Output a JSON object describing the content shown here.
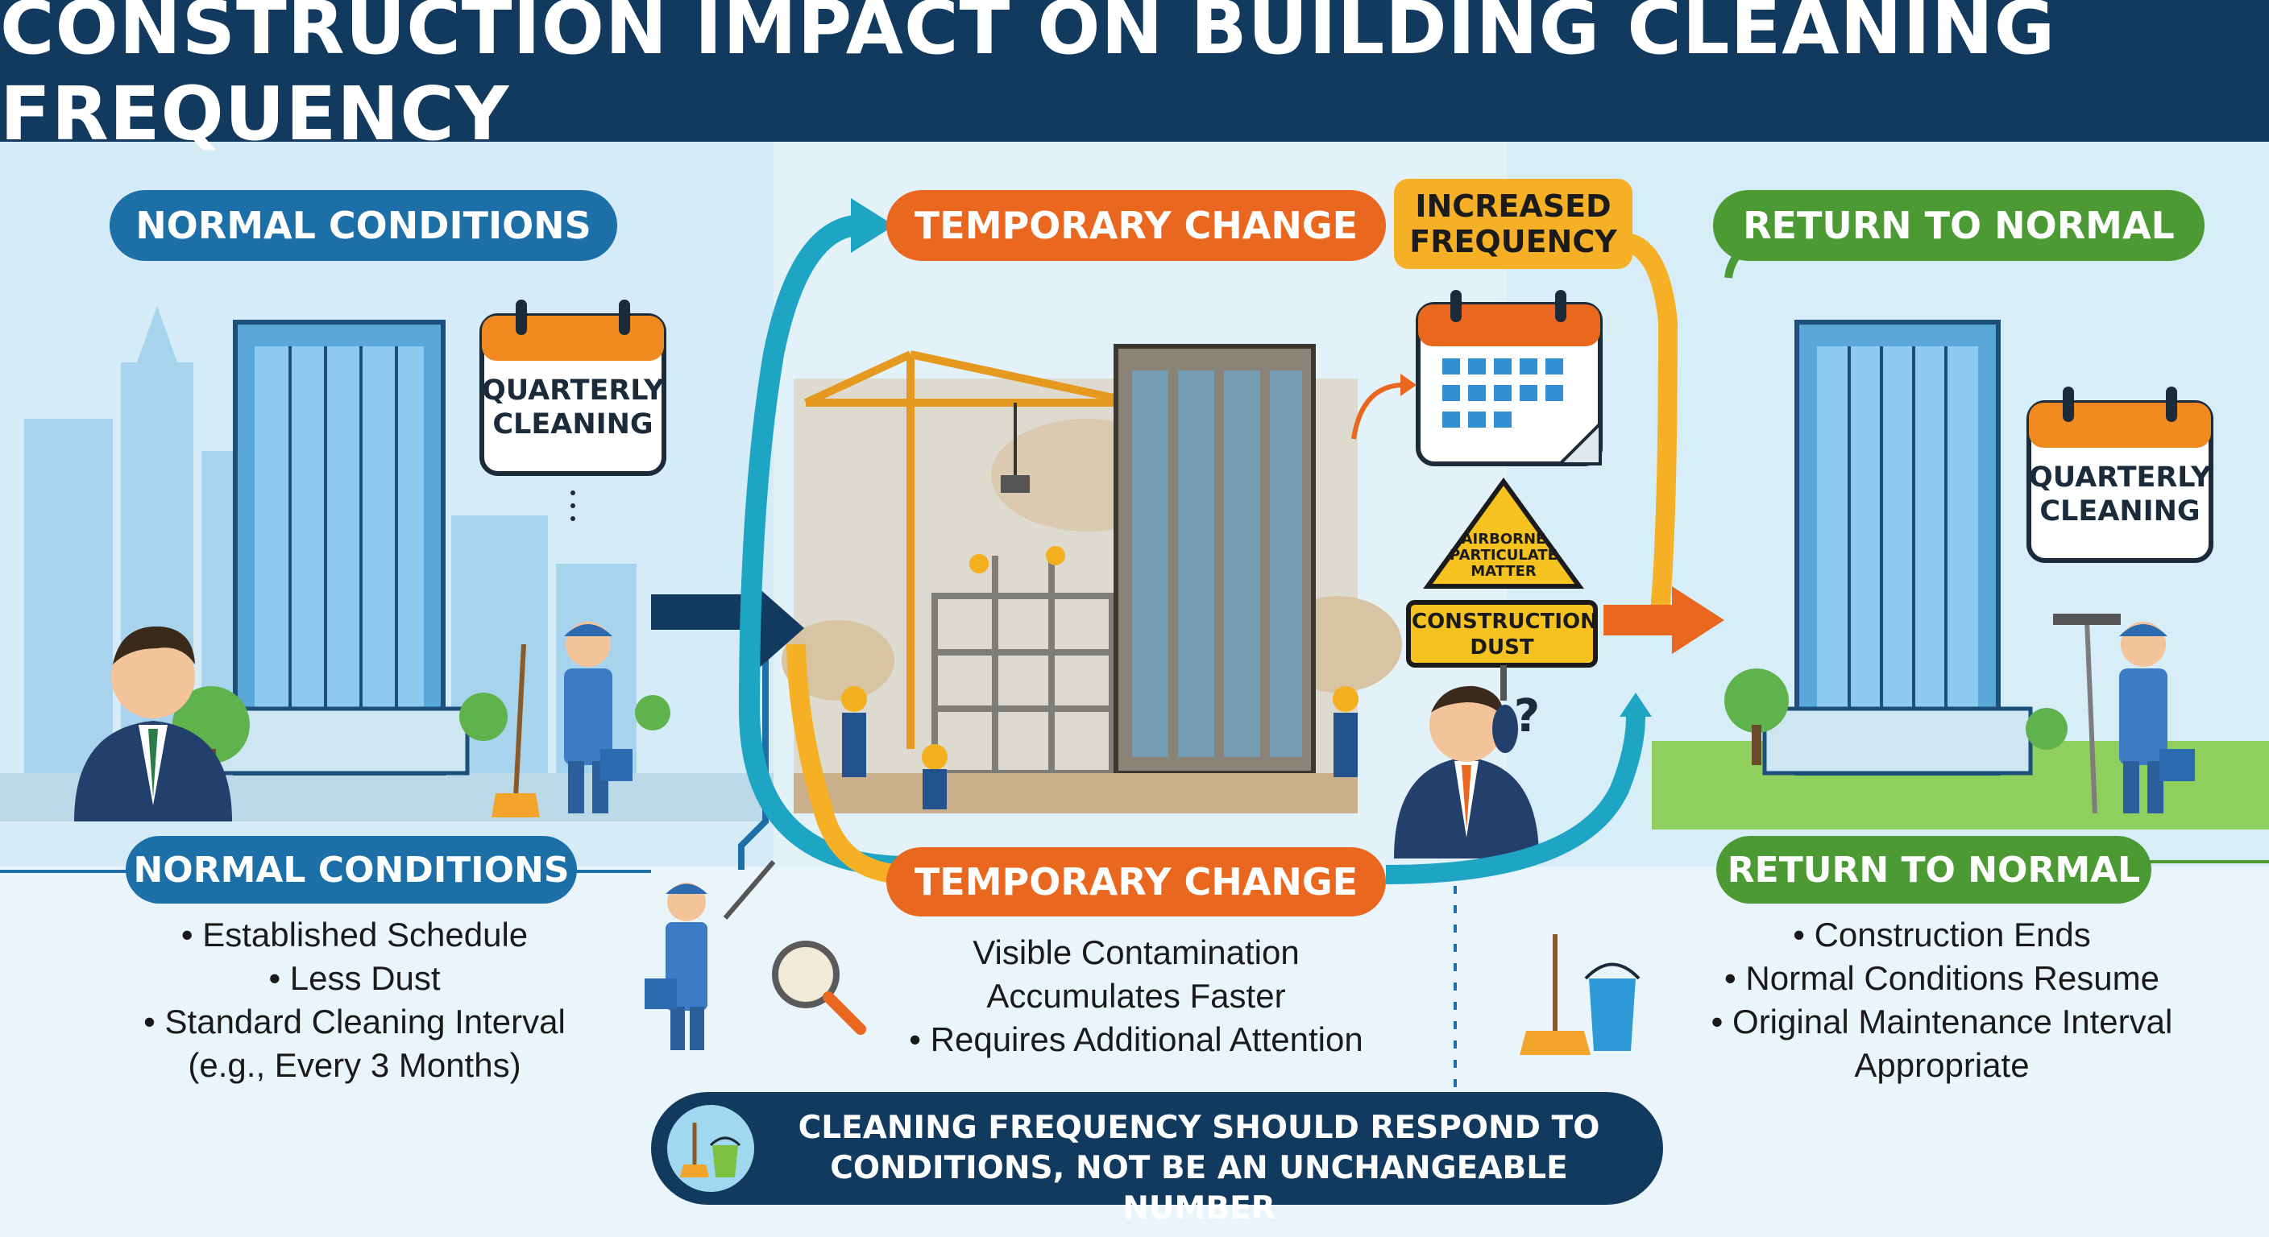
{
  "title": "CONSTRUCTION IMPACT ON BUILDING CLEANING FREQUENCY",
  "normal": {
    "heading": "NORMAL CONDITIONS",
    "calendar": "QUARTERLY CLEANING",
    "label": "NORMAL CONDITIONS",
    "bullets": [
      "• Established Schedule",
      "• Less Dust",
      "• Standard Cleaning Interval",
      "(e.g., Every 3 Months)"
    ]
  },
  "temporary": {
    "heading": "TEMPORARY CHANGE",
    "increased": "INCREASED FREQUENCY",
    "warning_sign": "AIRBORNE PARTICULATE MATTER",
    "dust_sign": "CONSTRUCTION DUST",
    "question": "?",
    "label": "TEMPORARY CHANGE",
    "bullets": [
      "Visible Contamination",
      "Accumulates Faster",
      "• Requires Additional Attention"
    ]
  },
  "return": {
    "heading": "RETURN TO NORMAL",
    "calendar": "QUARTERLY CLEANING",
    "label": "RETURN TO NORMAL",
    "bullets": [
      "• Construction Ends",
      "• Normal Conditions Resume",
      "• Original Maintenance Interval",
      "Appropriate"
    ]
  },
  "banner": {
    "text": "CLEANING FREQUENCY SHOULD RESPOND TO CONDITIONS, NOT BE AN UNCHANGEABLE NUMBER"
  },
  "colors": {
    "navy": "#123a5e",
    "blue": "#1d6fa8",
    "orange": "#e9671f",
    "yellow": "#f5b025",
    "teal": "#1fa5c4",
    "green": "#4b9a34"
  }
}
